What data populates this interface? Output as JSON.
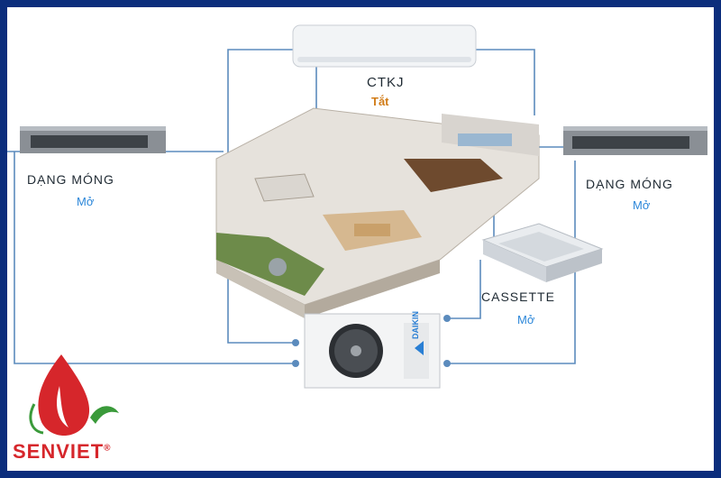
{
  "units": {
    "ctkj": {
      "name": "CTKJ",
      "status": "Tắt"
    },
    "duct_left": {
      "name": "DẠNG MÓNG",
      "status": "Mở"
    },
    "duct_right": {
      "name": "DẠNG MÓNG",
      "status": "Mở"
    },
    "cassette": {
      "name": "CASSETTE",
      "status": "Mở"
    }
  },
  "outdoor_unit": {
    "brand_mark": "DAIKIN"
  },
  "brand": {
    "name": "SENVIET",
    "mark": "®"
  },
  "colors": {
    "frame": "#0b2d7c",
    "line": "#5b8bbd",
    "status_on": "#2c87d9",
    "status_off": "#d17c18",
    "logo_red": "#d6262b",
    "logo_green": "#3a9a3a"
  }
}
